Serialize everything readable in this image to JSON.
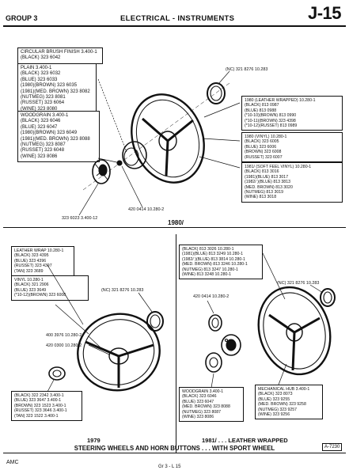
{
  "header": {
    "group": "GROUP 3",
    "title": "ELECTRICAL - INSTRUMENTS",
    "page_code": "J-15"
  },
  "top": {
    "box_circular": [
      "CIRCULAR BRUSH FINISH 3.400-1",
      "(BLACK) 323 6042"
    ],
    "box_plain": [
      "PLAIN 3.400-1",
      "(BLACK) 323 6032",
      "(BLUE) 323 6033",
      "(1980)(BROWN) 323 6035",
      "(1981)(MED. BROWN) 323 8082",
      "(NUTMEG) 323 8081",
      "(RUSSET) 323 6064",
      "(WINE) 323 8080"
    ],
    "box_woodgrain": [
      "WOODGRAIN 3.400-1",
      "(BLACK) 323 6046",
      "(BLUE) 323 6047",
      "(1980)(BROWN) 323 6049",
      "(1981)(MED. BROWN) 323 8088",
      "(NUTMEG) 323 8087",
      "(RUSSET) 323 6048",
      "(WINE) 323 8086"
    ],
    "box_leather": [
      "1980 (LEATHER WRAPPED) 10.280-1",
      "(BLACK) 813 0987",
      "(BLUE) 813 0988",
      "(*10-10)(BROWN) 813 0990",
      "(*10-11)(BROWN) 323 4398",
      "(*10-12)(RUSSET) 813 0989"
    ],
    "box_vinyl": [
      "1980 (VINYL) 10.280-1",
      "(BLACK) 323 6005",
      "(BLUE) 323 6006",
      "(BROWN) 323 6008",
      "(RUSSET) 323 6007"
    ],
    "box_softfeel": [
      "1981/ (SOFT FEEL VINYL) 10.280-1",
      "(BLACK) 813 3016",
      "(1981)(BLUE) 813 3017",
      "(1982/ )(BLUE) 813 3813",
      "(MED. BROWN) 813 3020",
      "(NUTMEG) 813 3019",
      "(WINE) 813 3018"
    ],
    "ref_nc": "(NC) 321 8276 10.283",
    "ref_bottom_left": "323 6023 3.400-12",
    "ref_bottom_mid": "420 0414 10.280-2"
  },
  "divider_label": "1980/",
  "bottom_left": {
    "box_leather_wrap": [
      "LEATHER WRAP 10.280-1",
      "(BLACK) 323 4395",
      "(BLUE) 323 4396",
      "(RUSSET) 323 4397",
      "(TAN) 323 3689"
    ],
    "box_vinyl": [
      "VINYL 10.280-1",
      "(BLACK) 321 2906",
      "(BLUE) 323 3649",
      "(*10-12)(BROWN) 323 6008"
    ],
    "ref_nc": "(NC) 321 8276 10.283",
    "ref_1": "400 3976 10.280-2",
    "ref_2": "420 0300 10.280-2",
    "box_horn": [
      "(BLACK) 322 2342 3.400-1",
      "(BLUE) 323 3647 3.400-1",
      "(BROWN) 323 1523 3.400-1",
      "(RUSSET) 323 3646 3.400-1",
      "(TAN) 323 1522 3.400-1"
    ],
    "year": "1979"
  },
  "bottom_right": {
    "box_top": [
      "(BLACK) 813 3026 10.280-1",
      "(1981)(BLUE) 813 3249 10.280-1",
      "(1982/ )(BLUE) 813 3814 10.280-1",
      "(MED. BROWN) 813 3246 10.280-1",
      "(NUTMEG) 813 3247 10.280-1",
      "(WINE) 813 3248 10.280-1"
    ],
    "ref_nc": "(NC) 321 8276 10.283",
    "ref_1": "420 0414 10.280-2",
    "box_woodgrain": [
      "WOODGRAIN 3.400-1",
      "(BLACK) 323 6046",
      "(BLUE) 323 6047",
      "(MED. BROWN) 323 8088",
      "(NUTMEG) 323 8087",
      "(WINE) 323 8086"
    ],
    "box_mech": [
      "MECHANICAL HUB 3.400-1",
      "(BLACK) 323 8073",
      "(BLUE) 323 9255",
      "(MED. BROWN) 323 9258",
      "(NUTMEG) 323 9257",
      "(WINE) 323 9256"
    ],
    "caption": "1981/ . . . LEATHER WRAPPED"
  },
  "footer": {
    "caption": "STEERING WHEELS AND HORN BUTTONS . . . WITH SPORT WHEEL",
    "brand": "AMC",
    "page_ref": "Gr 3 - L 15",
    "figure_code": "A-7230"
  }
}
